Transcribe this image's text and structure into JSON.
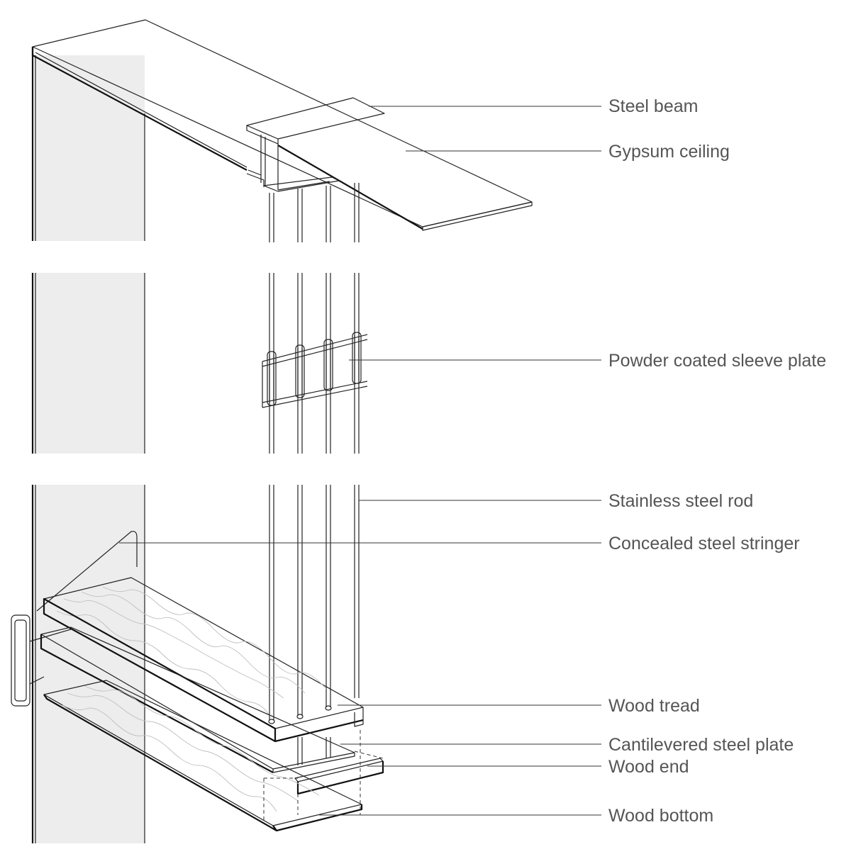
{
  "labels": {
    "steel_beam": "Steel beam",
    "gypsum_ceiling": "Gypsum ceiling",
    "sleeve_plate": "Powder coated sleeve plate",
    "steel_rod": "Stainless steel rod",
    "stringer": "Concealed steel stringer",
    "wood_tread": "Wood tread",
    "steel_plate": "Cantilevered steel plate",
    "wood_end": "Wood end",
    "wood_bottom": "Wood bottom"
  },
  "colors": {
    "line": "#222222",
    "label_text": "#555555",
    "wall_fill": "#ededed",
    "wood_grain": "#bfbfbf"
  }
}
